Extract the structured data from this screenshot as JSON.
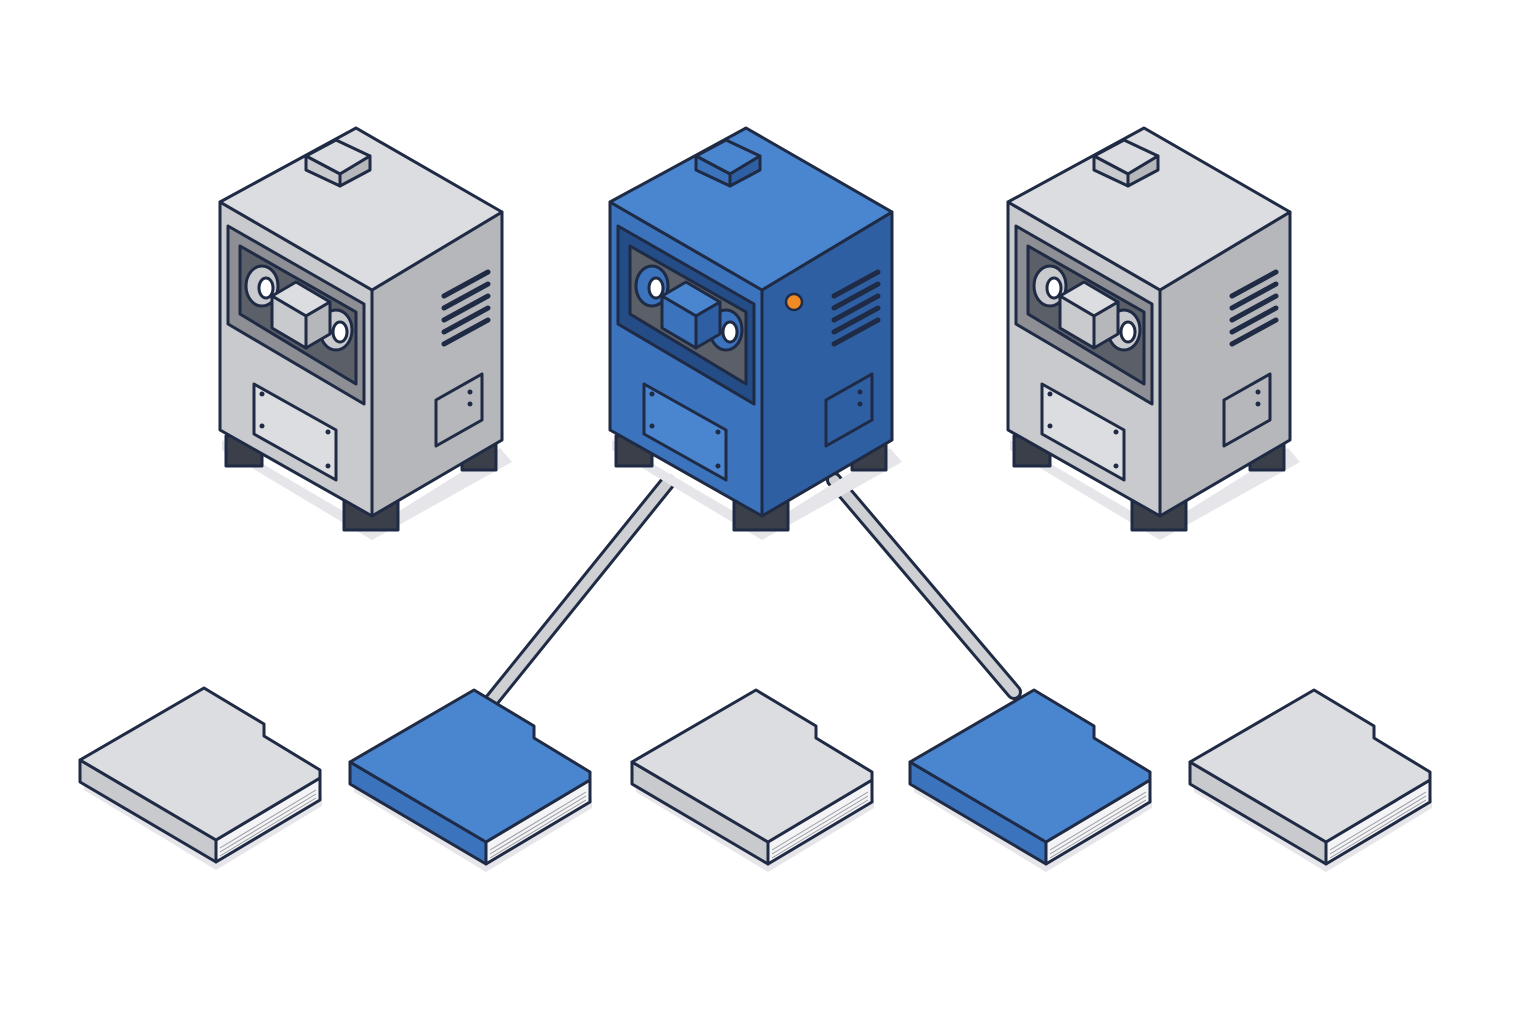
{
  "diagram": {
    "colors": {
      "outline": "#1f2a44",
      "gray_top": "#dcdde0",
      "gray_front": "#c9cacd",
      "gray_side": "#b6b7bb",
      "gray_dark": "#8d8f94",
      "blue_top": "#4a86cf",
      "blue_front": "#3c73bd",
      "blue_side": "#2f5fa3",
      "blue_dark": "#244c86",
      "foot": "#3a3f4a",
      "shadow": "#e6e6ea",
      "connector": "#cfd0d4",
      "indicator": "#f08a24",
      "pages": "#f4f4f6"
    },
    "machines": [
      {
        "name": "machine-left",
        "color": "gray",
        "indicator": false
      },
      {
        "name": "machine-center",
        "color": "blue",
        "indicator": true
      },
      {
        "name": "machine-right",
        "color": "gray",
        "indicator": false
      }
    ],
    "books": [
      {
        "name": "book-1",
        "color": "gray",
        "connected": false
      },
      {
        "name": "book-2",
        "color": "blue",
        "connected": true
      },
      {
        "name": "book-3",
        "color": "gray",
        "connected": false
      },
      {
        "name": "book-4",
        "color": "blue",
        "connected": true
      },
      {
        "name": "book-5",
        "color": "gray",
        "connected": false
      }
    ],
    "connections": [
      {
        "from": "machine-center",
        "to": "book-2"
      },
      {
        "from": "machine-center",
        "to": "book-4"
      }
    ]
  }
}
